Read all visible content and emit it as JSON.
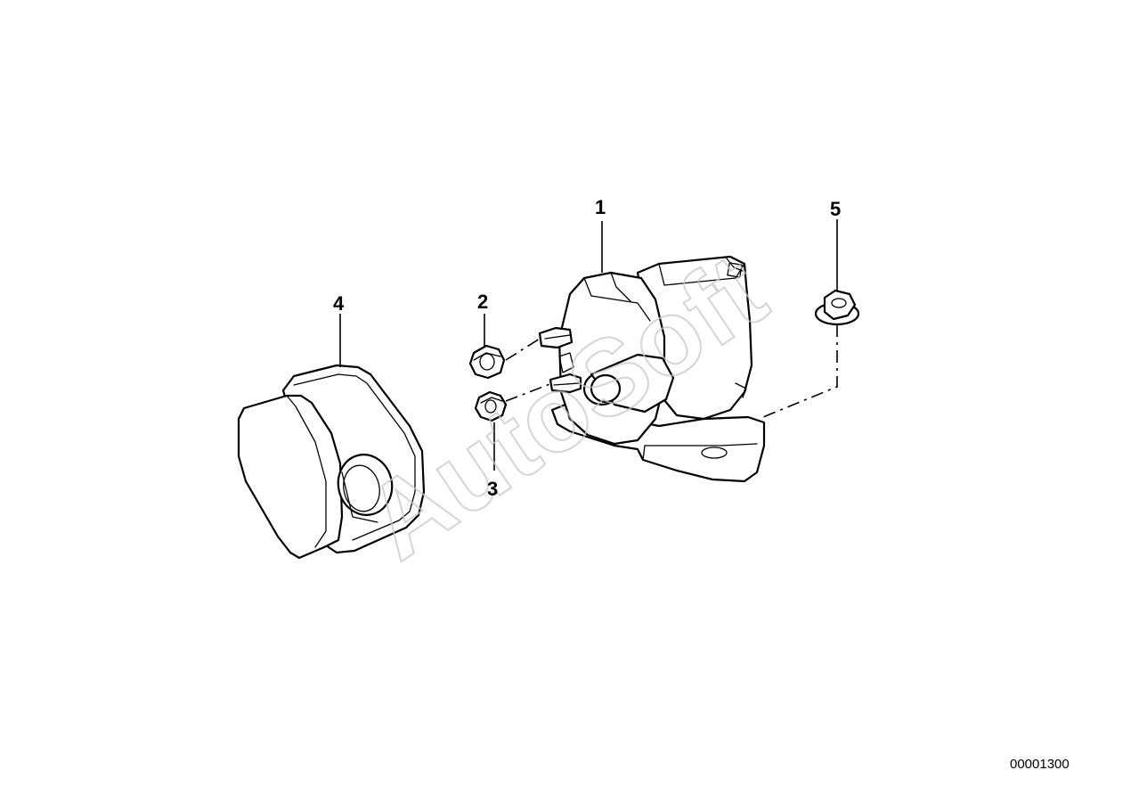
{
  "watermark": {
    "text": "AutoSoft"
  },
  "callouts": [
    {
      "id": "1",
      "label": "1"
    },
    {
      "id": "2",
      "label": "2"
    },
    {
      "id": "3",
      "label": "3"
    },
    {
      "id": "4",
      "label": "4"
    },
    {
      "id": "5",
      "label": "5"
    }
  ],
  "document_number": "00001300",
  "colors": {
    "line": "#000000",
    "background": "#ffffff",
    "watermark": "#c8c8c8"
  }
}
